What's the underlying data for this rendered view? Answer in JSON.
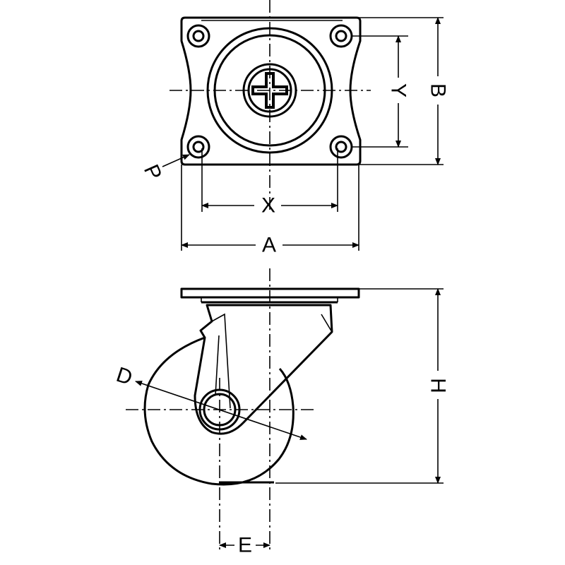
{
  "labels": {
    "A": "A",
    "B": "B",
    "X": "X",
    "Y": "Y",
    "P": "P",
    "D": "D",
    "H": "H",
    "E": "E"
  }
}
